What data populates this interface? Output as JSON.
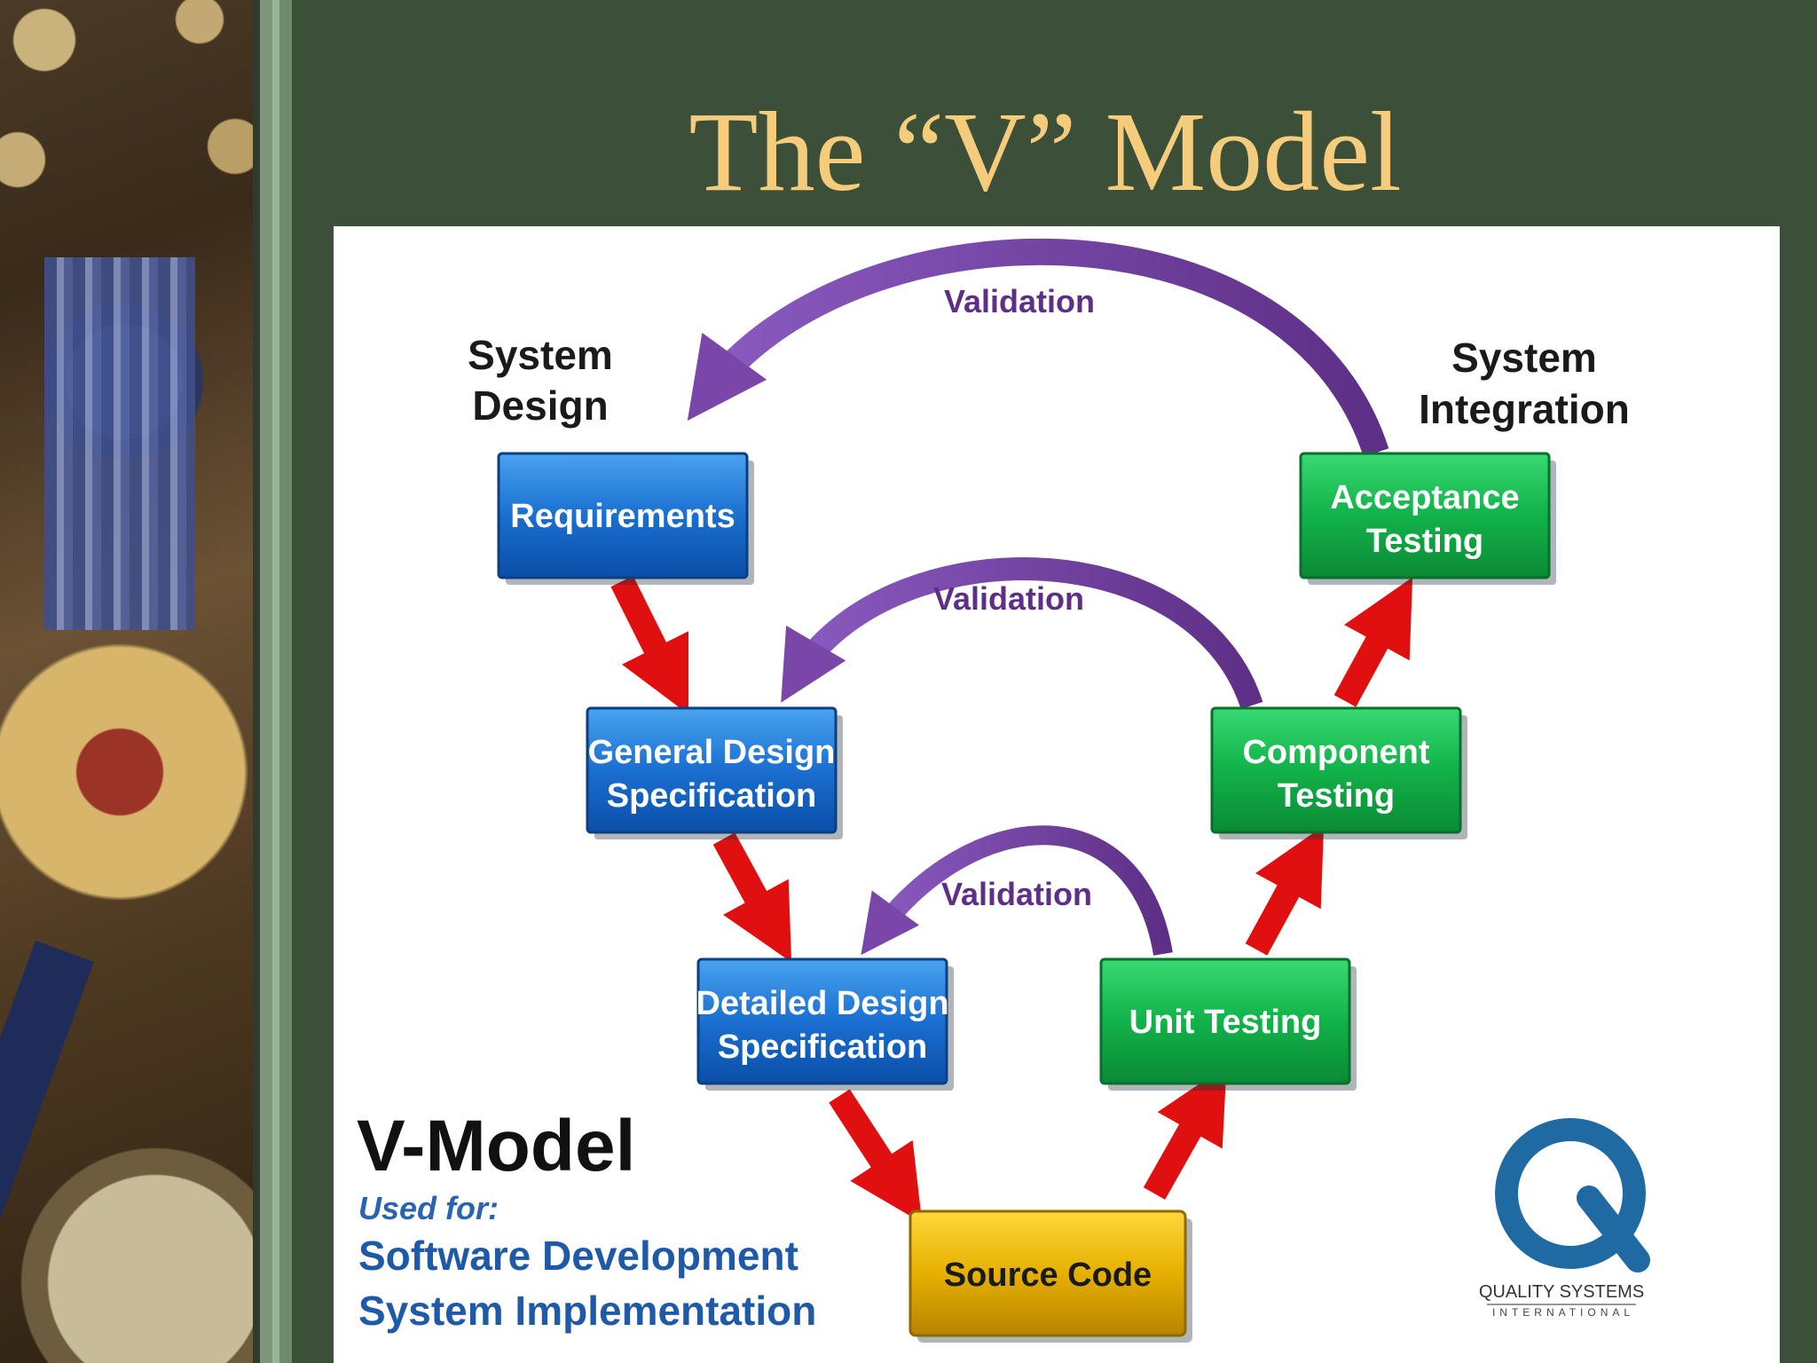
{
  "title": "The “V” Model",
  "headers": {
    "system_design": [
      "System",
      "Design"
    ],
    "system_integration": [
      "System",
      "Integration"
    ]
  },
  "boxes": {
    "requirements": [
      "Requirements"
    ],
    "general_design": [
      "General Design",
      "Specification"
    ],
    "detailed_design": [
      "Detailed Design",
      "Specification"
    ],
    "source_code": [
      "Source Code"
    ],
    "unit_testing": [
      "Unit Testing"
    ],
    "component_testing": [
      "Component",
      "Testing"
    ],
    "acceptance_testing": [
      "Acceptance",
      "Testing"
    ]
  },
  "validation_labels": [
    "Validation",
    "Validation",
    "Validation"
  ],
  "legend": {
    "title": "V-Model",
    "used_for": "Used for:",
    "uses": [
      "Software Development",
      "System Implementation"
    ]
  },
  "logo": {
    "letter": "Q",
    "line1": "QUALITY SYSTEMS",
    "line2": "INTERNATIONAL"
  },
  "colors": {
    "background": "#3c4f38",
    "title": "#f4cc7c",
    "design_box": "#1a6fd0",
    "testing_box": "#12b24a",
    "source_box": "#e6b000",
    "flow_arrow": "#e01010",
    "validation_arrow": "#7a47a8",
    "legend_blue": "#1e5aa8"
  }
}
